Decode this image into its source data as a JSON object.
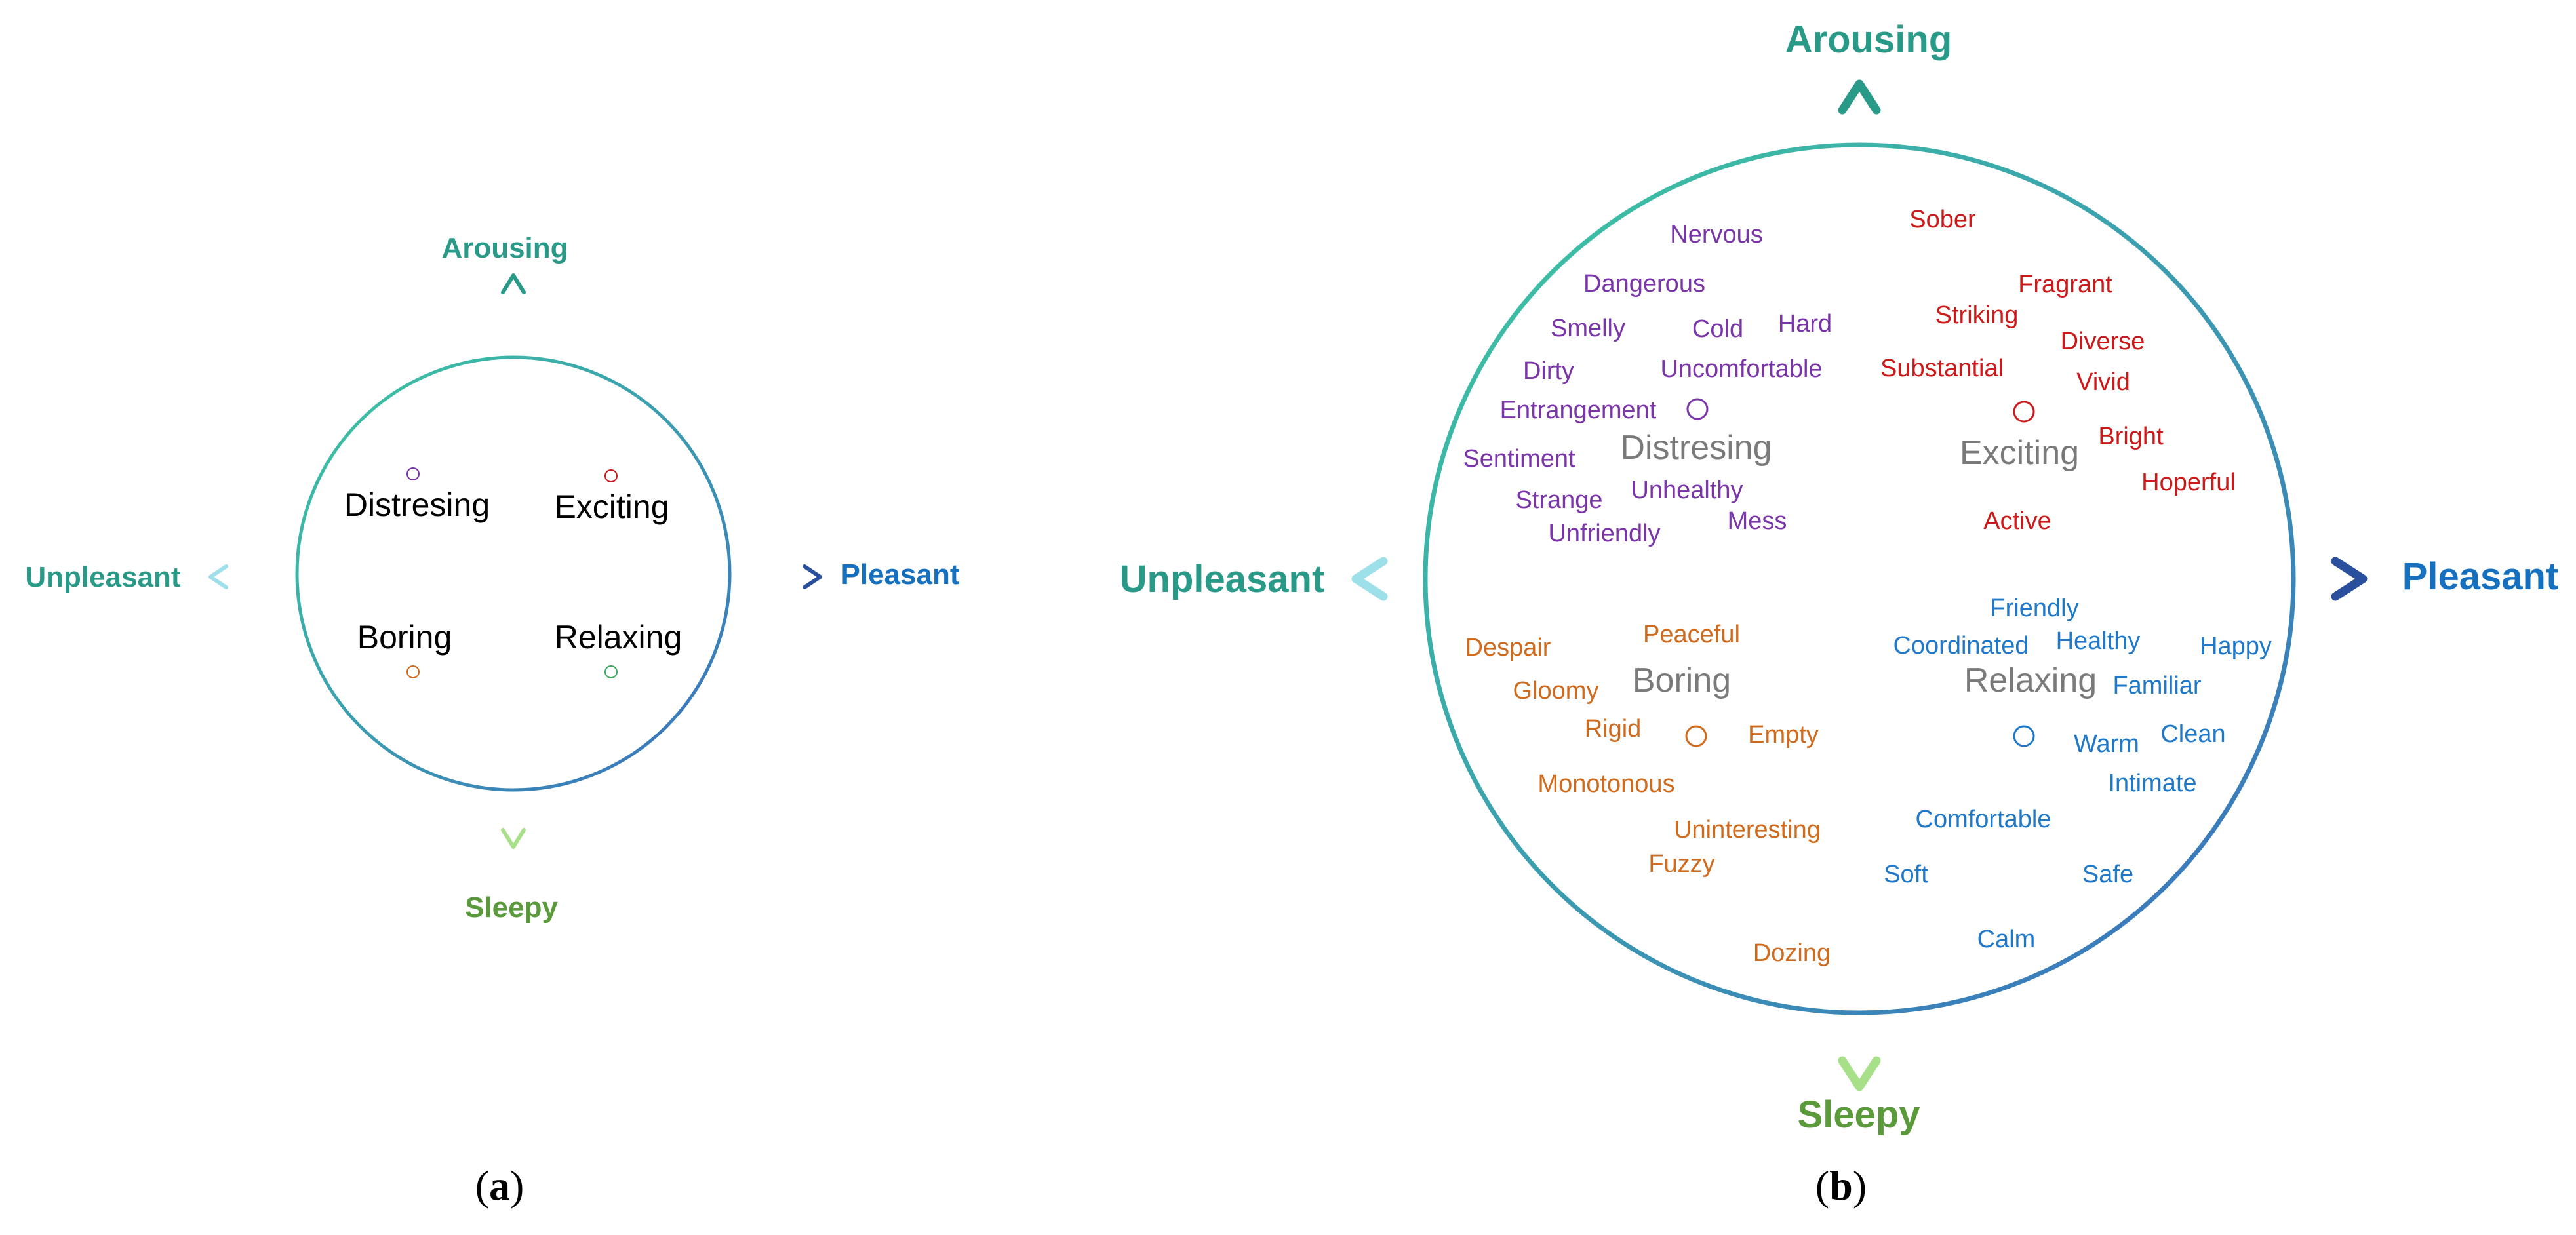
{
  "colors": {
    "arousing": "#2a9a88",
    "sleepy": "#5a9a3a",
    "unpleasant": "#2a9a88",
    "pleasant": "#1670c0",
    "distressing_words": "#7a35a8",
    "exciting_words": "#cc1a1a",
    "boring_words": "#d06a1c",
    "relaxing_words": "#1f78c8",
    "quadrant_label": "#7a7a7a"
  },
  "panel_a": {
    "caption_open": "(",
    "caption_letter": "a",
    "caption_close": ")",
    "axes": {
      "top": "Arousing",
      "bottom": "Sleepy",
      "left": "Unpleasant",
      "right": "Pleasant"
    },
    "quadrants": {
      "top_left": "Distresing",
      "top_right": "Exciting",
      "bottom_left": "Boring",
      "bottom_right": "Relaxing"
    }
  },
  "panel_b": {
    "caption_open": "(",
    "caption_letter": "b",
    "caption_close": ")",
    "axes": {
      "top": "Arousing",
      "bottom": "Sleepy",
      "left": "Unpleasant",
      "right": "Pleasant"
    },
    "quadrants": {
      "top_left": "Distresing",
      "top_right": "Exciting",
      "bottom_left": "Boring",
      "bottom_right": "Relaxing"
    },
    "words": {
      "distressing": [
        "Nervous",
        "Dangerous",
        "Smelly",
        "Cold",
        "Hard",
        "Dirty",
        "Uncomfortable",
        "Entrangement",
        "Sentiment",
        "Strange",
        "Unhealthy",
        "Unfriendly",
        "Mess"
      ],
      "exciting": [
        "Sober",
        "Fragrant",
        "Striking",
        "Diverse",
        "Substantial",
        "Vivid",
        "Bright",
        "Hoperful",
        "Active"
      ],
      "boring": [
        "Peaceful",
        "Despair",
        "Gloomy",
        "Rigid",
        "Empty",
        "Monotonous",
        "Uninteresting",
        "Fuzzy",
        "Dozing"
      ],
      "relaxing": [
        "Friendly",
        "Coordinated",
        "Healthy",
        "Happy",
        "Familiar",
        "Clean",
        "Warm",
        "Intimate",
        "Comfortable",
        "Soft",
        "Safe",
        "Calm"
      ]
    }
  }
}
